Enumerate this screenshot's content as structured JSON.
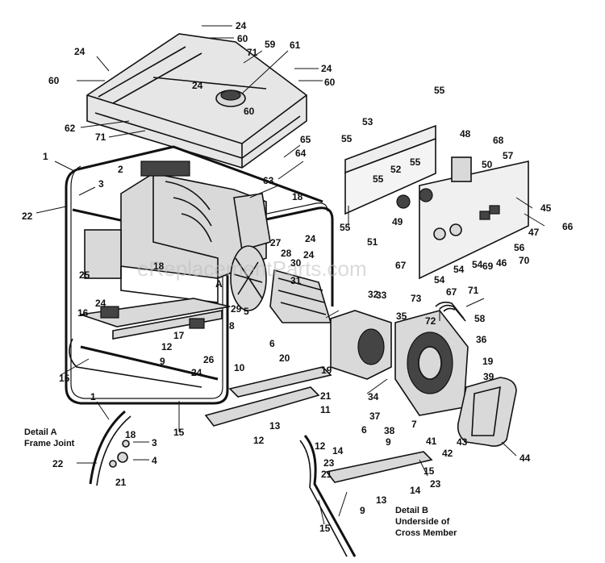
{
  "watermark": "eReplacementParts.com",
  "callouts": {
    "c1": "1",
    "c2": "2",
    "c3": "3",
    "c4": "4",
    "c5": "5",
    "c6": "6",
    "c7": "7",
    "c8": "8",
    "c9": "9",
    "c10": "10",
    "c11": "11",
    "c12": "12",
    "c13": "13",
    "c14": "14",
    "c15": "15",
    "c16": "16",
    "c17": "17",
    "c18": "18",
    "c19": "19",
    "c20": "20",
    "c21": "21",
    "c22": "22",
    "c23": "23",
    "c24": "24",
    "c25": "25",
    "c26": "26",
    "c27": "27",
    "c28": "28",
    "c29": "29",
    "c30": "30",
    "c31": "31",
    "c32": "32",
    "c33": "33",
    "c34": "34",
    "c35": "35",
    "c36": "36",
    "c37": "37",
    "c38": "38",
    "c39": "39",
    "c41": "41",
    "c42": "42",
    "c43": "43",
    "c44": "44",
    "c45": "45",
    "c46": "46",
    "c47": "47",
    "c48": "48",
    "c49": "49",
    "c50": "50",
    "c51": "51",
    "c52": "52",
    "c53": "53",
    "c54": "54",
    "c55": "55",
    "c56": "56",
    "c57": "57",
    "c58": "58",
    "c59": "59",
    "c60": "60",
    "c61": "61",
    "c62": "62",
    "c63": "63",
    "c64": "64",
    "c65": "65",
    "c66": "66",
    "c67": "67",
    "c68": "68",
    "c69": "69",
    "c70": "70",
    "c71": "71",
    "c72": "72",
    "c73": "73"
  },
  "details": {
    "detail_a_line1": "Detail A",
    "detail_a_line2": "Frame Joint",
    "detail_b_line1": "Detail B",
    "detail_b_line2": "Underside of",
    "detail_b_line3": "Cross Member",
    "frame_joint_marker": "A"
  }
}
